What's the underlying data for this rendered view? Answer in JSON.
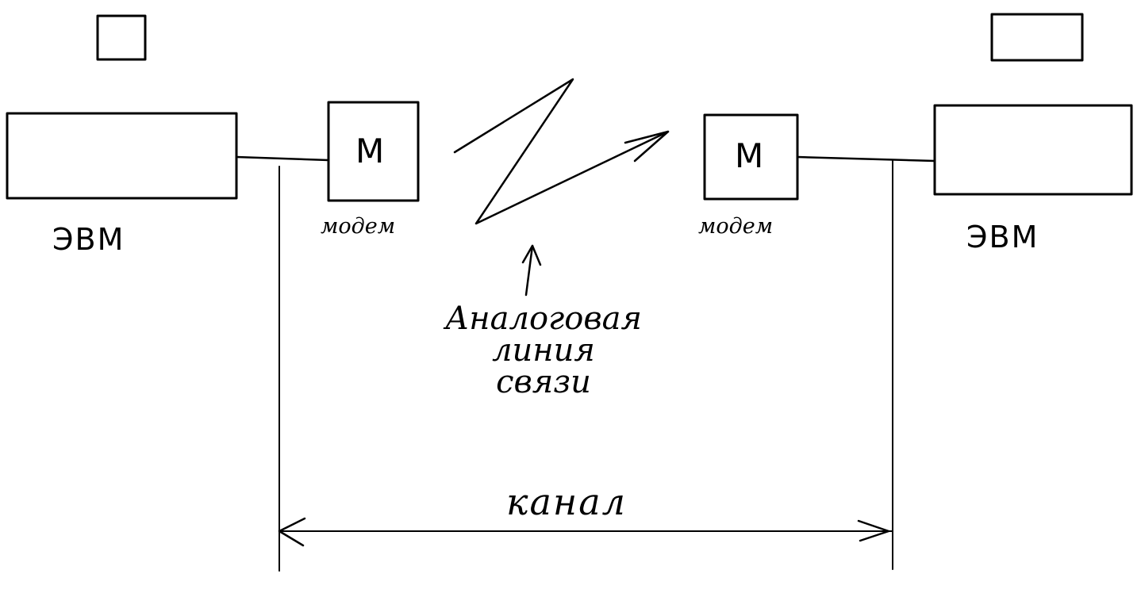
{
  "diagram": {
    "left_computer": {
      "label": "ЭВМ"
    },
    "right_computer": {
      "label": "ЭВМ"
    },
    "left_modem": {
      "letter": "М",
      "caption": "модем"
    },
    "right_modem": {
      "letter": "М",
      "caption": "модем"
    },
    "analog_line": {
      "lines": [
        "Аналоговая",
        "линия",
        "связи"
      ]
    },
    "channel": {
      "label": "канал"
    }
  }
}
